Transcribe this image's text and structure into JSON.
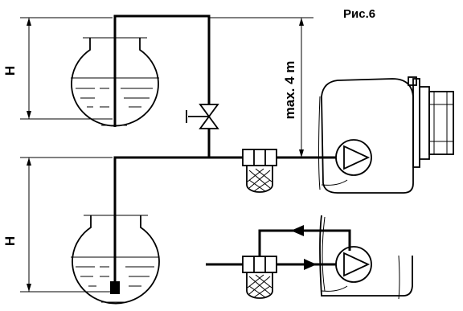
{
  "labels": {
    "figure": "Рис.6",
    "height_top": "H",
    "height_bottom": "H",
    "max_height": "max. 4 m"
  },
  "colors": {
    "line": "#000000",
    "background": "#ffffff"
  },
  "icons": {
    "valve": "valve-icon",
    "filter": "filter-icon",
    "pump": "pump-icon",
    "flow_arrow": "flow-arrow-icon"
  }
}
